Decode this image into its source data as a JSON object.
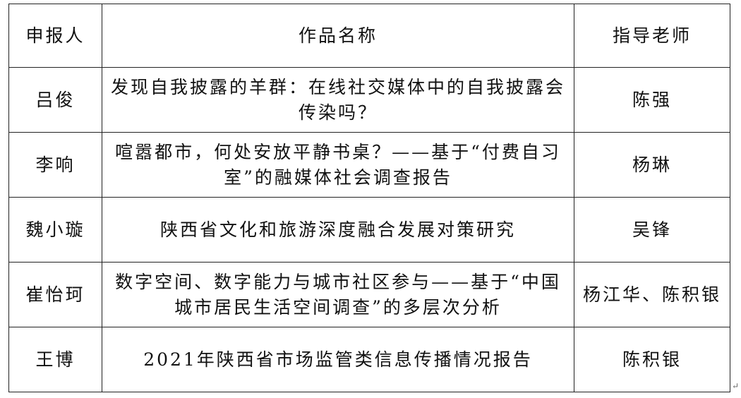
{
  "table": {
    "headers": [
      "申报人",
      "作品名称",
      "指导老师"
    ],
    "rows": [
      {
        "applicant": "吕俊",
        "title": "发现自我披露的羊群：在线社交媒体中的自我披露会传染吗？",
        "advisor": "陈强"
      },
      {
        "applicant": "李响",
        "title": "喧嚣都市，何处安放平静书桌？——基于“付费自习室”的融媒体社会调查报告",
        "advisor": "杨琳"
      },
      {
        "applicant": "魏小璇",
        "title": "陕西省文化和旅游深度融合发展对策研究",
        "advisor": "吴锋"
      },
      {
        "applicant": "崔怡珂",
        "title": "数字空间、数字能力与城市社区参与——基于“中国城市居民生活空间调查”的多层次分析",
        "advisor": "杨江华、陈积银"
      },
      {
        "applicant": "王博",
        "title": "2021年陕西省市场监管类信息传播情况报告",
        "advisor": "陈积银"
      }
    ]
  }
}
